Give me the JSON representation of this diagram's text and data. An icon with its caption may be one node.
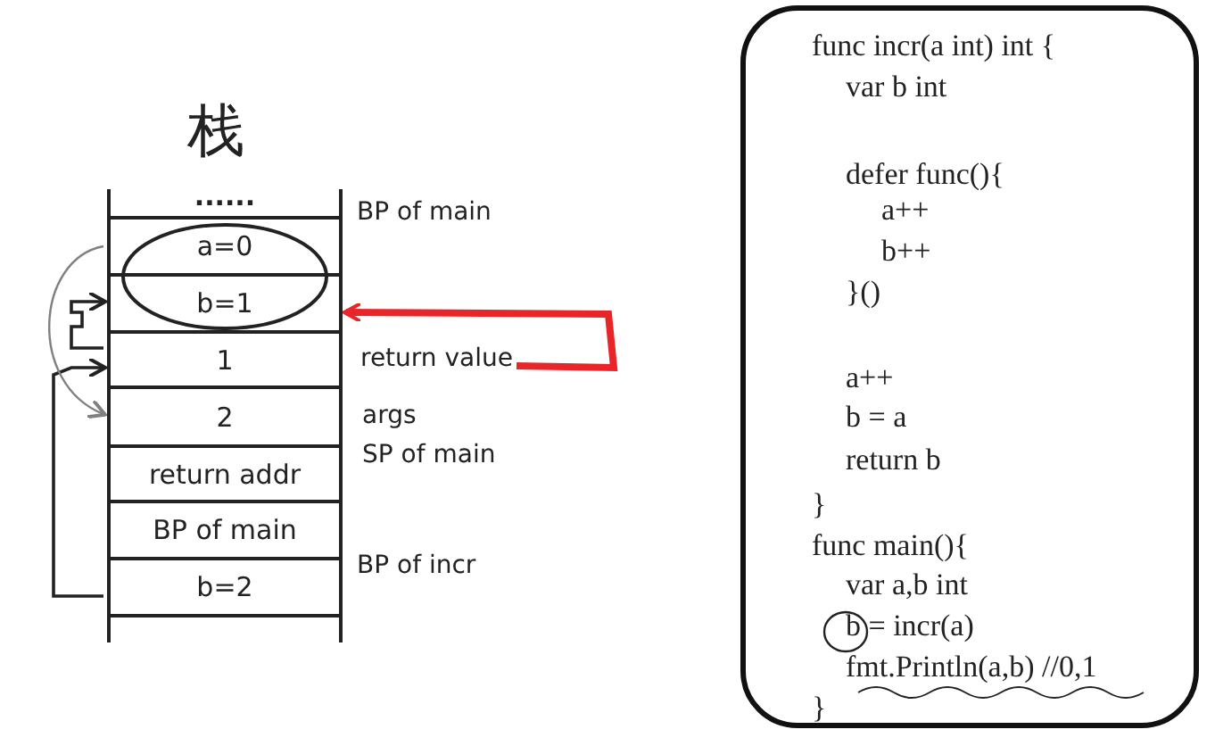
{
  "diagram": {
    "title": "栈",
    "nodes": [
      {
        "text": [
          "......"
        ]
      },
      {
        "text": [
          "a=0"
        ]
      },
      {
        "text": [
          "b=1"
        ]
      },
      {
        "text": [
          "1"
        ]
      },
      {
        "text": [
          "2"
        ]
      },
      {
        "text": [
          "return addr"
        ]
      },
      {
        "text": [
          "BP of main"
        ]
      },
      {
        "text": [
          "b=2"
        ]
      },
      {
        "text": [],
        "shape": "box"
      },
      {
        "text": [
          "return value"
        ]
      },
      {
        "text": [
          "func incr(a int) int {",
          "var b int",
          "defer func(){",
          "a++",
          "b++",
          "}()",
          "a++",
          "b = a",
          "return b",
          "}",
          "func main(){",
          "var a,b int",
          "b = incr(a)",
          "fmt.Println(a,b) //0,1",
          "}"
        ]
      }
    ],
    "edges": [
      {
        "from": 3,
        "to": 2,
        "arrow": "to"
      },
      {
        "from": 7,
        "to": 3,
        "arrow": "to"
      },
      {
        "from": 1,
        "to": 4,
        "arrow": "to",
        "color": "#808080"
      },
      {
        "from": 9,
        "to": 2,
        "arrow": "to",
        "style": "thick",
        "color": "#e8262a"
      }
    ],
    "labels": [
      "BP of main",
      "args",
      "SP of main",
      "BP of incr"
    ]
  }
}
